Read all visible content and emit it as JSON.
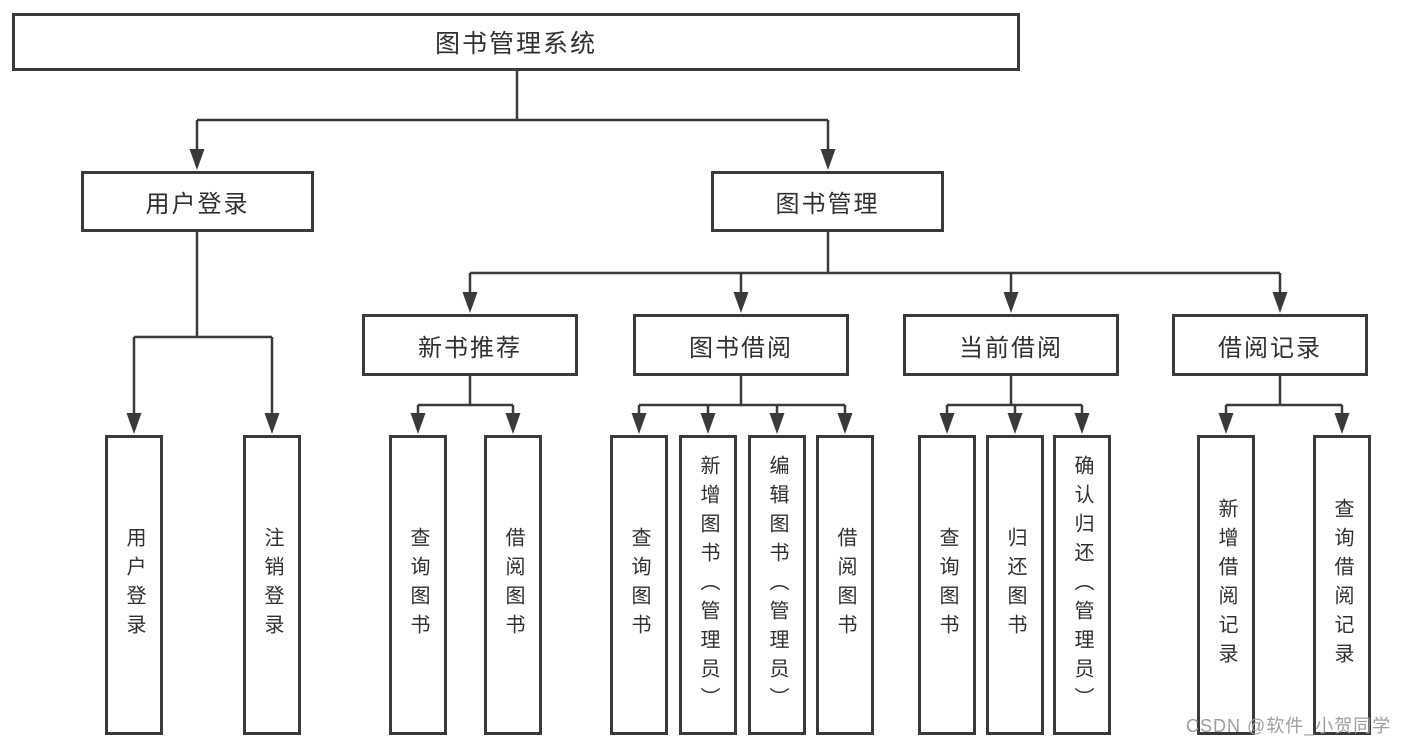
{
  "diagram_type": "function-structure-tree",
  "tree": {
    "label": "图书管理系统",
    "children": [
      {
        "label": "用户登录",
        "children": [
          {
            "label": "用户登录"
          },
          {
            "label": "注销登录"
          }
        ]
      },
      {
        "label": "图书管理",
        "children": [
          {
            "label": "新书推荐",
            "children": [
              {
                "label": "查询图书"
              },
              {
                "label": "借阅图书"
              }
            ]
          },
          {
            "label": "图书借阅",
            "children": [
              {
                "label": "查询图书"
              },
              {
                "label": "新增图书（管理员）"
              },
              {
                "label": "编辑图书（管理员）"
              },
              {
                "label": "借阅图书"
              }
            ]
          },
          {
            "label": "当前借阅",
            "children": [
              {
                "label": "查询图书"
              },
              {
                "label": "归还图书"
              },
              {
                "label": "确认归还（管理员）"
              }
            ]
          },
          {
            "label": "借阅记录",
            "children": [
              {
                "label": "新增借阅记录"
              },
              {
                "label": "查询借阅记录"
              }
            ]
          }
        ]
      }
    ]
  },
  "watermark": {
    "text": "CSDN @软件_小贺同学"
  },
  "colors": {
    "border": "#3a3a3a",
    "line": "#3a3a3a",
    "text": "#303030",
    "watermark": "#9e9e9e",
    "background": "#ffffff"
  }
}
